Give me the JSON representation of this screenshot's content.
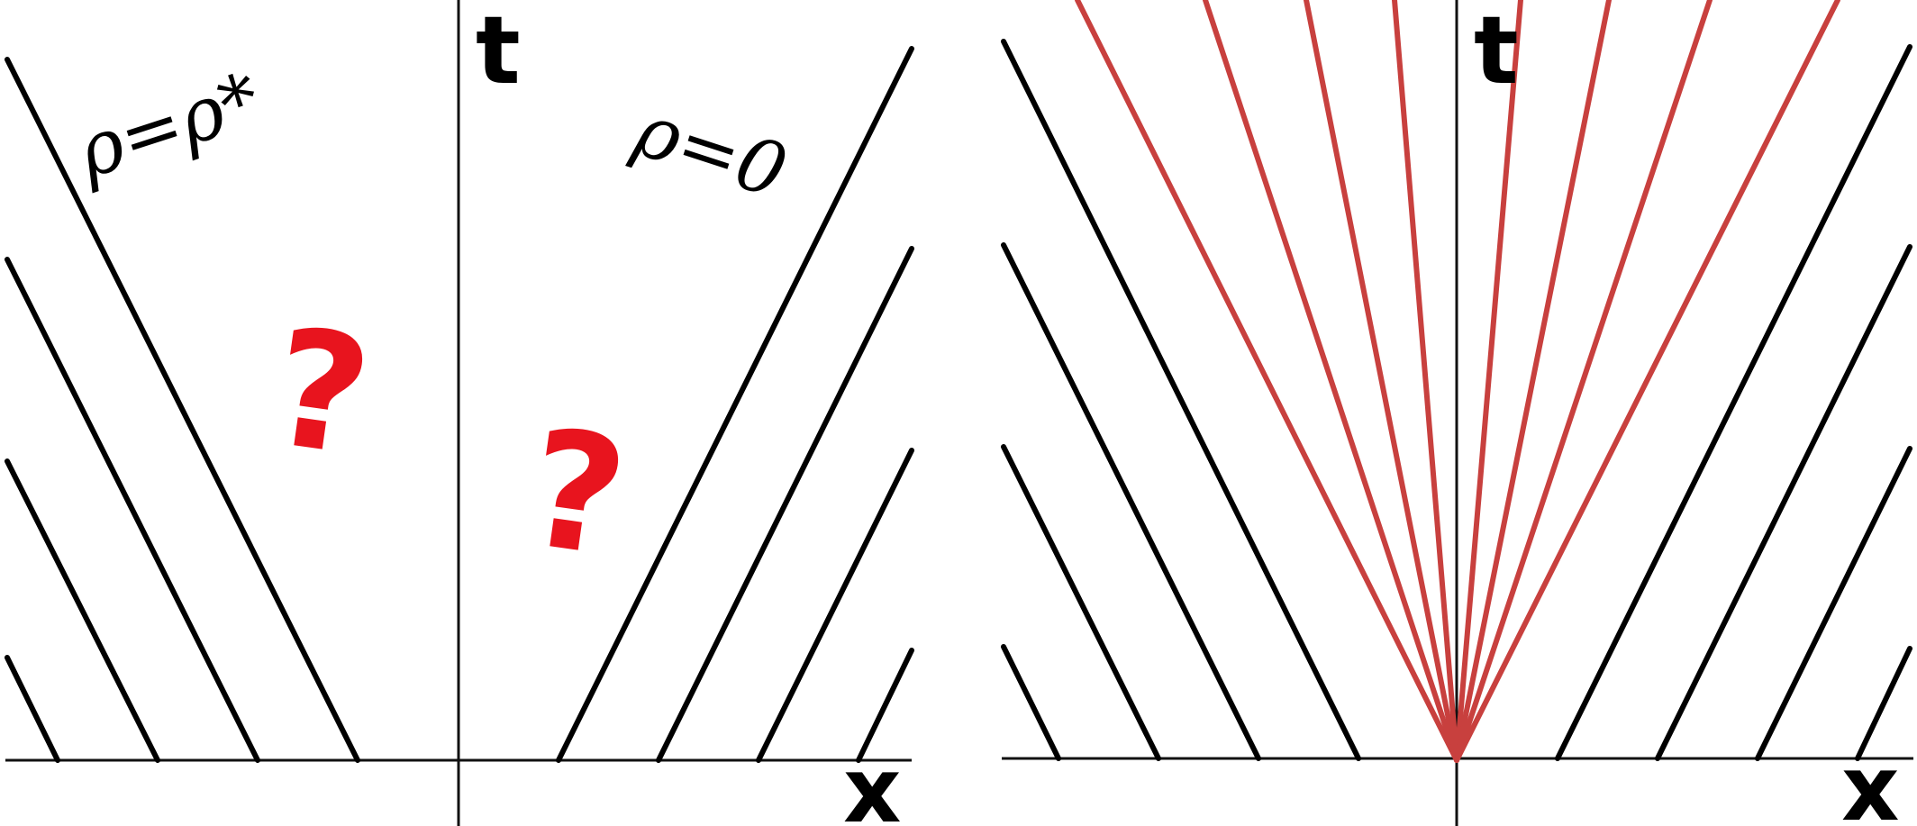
{
  "colors": {
    "axis": "#111111",
    "characteristic": "#000000",
    "fan": "#c8403e",
    "question": "#e8141e"
  },
  "left_panel": {
    "t_label": "t",
    "x_label": "x",
    "rho_left_label": "ρ=ρ*",
    "rho_right_label": "ρ=0",
    "question_marks": [
      "?",
      "?"
    ]
  },
  "right_panel": {
    "t_label": "t",
    "x_label": "x"
  }
}
